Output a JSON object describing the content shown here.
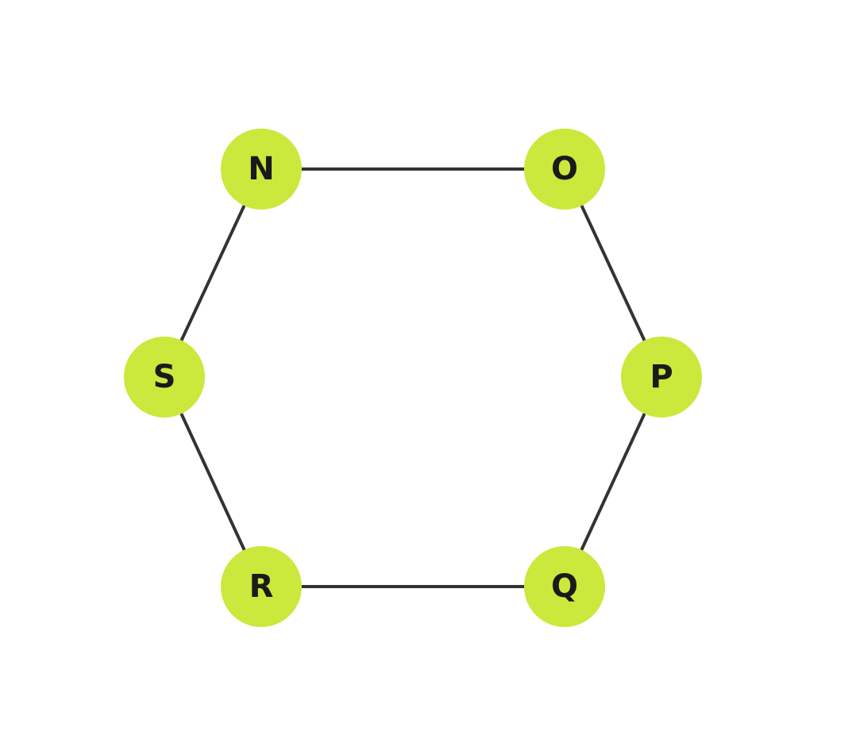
{
  "diagram": {
    "node_color": "#cbe83c",
    "edge_color": "#333333",
    "label_color": "#1a1a1a",
    "background": "#ffffff",
    "nodes": [
      {
        "id": "N",
        "label": "N"
      },
      {
        "id": "O",
        "label": "O"
      },
      {
        "id": "P",
        "label": "P"
      },
      {
        "id": "Q",
        "label": "Q"
      },
      {
        "id": "R",
        "label": "R"
      },
      {
        "id": "S",
        "label": "S"
      }
    ],
    "edges": [
      {
        "from": "N",
        "to": "O"
      },
      {
        "from": "O",
        "to": "P"
      },
      {
        "from": "P",
        "to": "Q"
      },
      {
        "from": "Q",
        "to": "R"
      },
      {
        "from": "R",
        "to": "S"
      },
      {
        "from": "S",
        "to": "N"
      }
    ]
  }
}
